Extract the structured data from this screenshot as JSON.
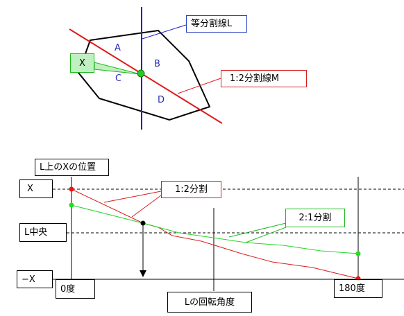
{
  "top_diagram": {
    "region_labels": {
      "a": "A",
      "b": "B",
      "c": "C",
      "d": "D"
    },
    "callouts": {
      "equal_line": "等分割線L",
      "ratio_line": "1:2分割線M",
      "point_x": "X"
    }
  },
  "bottom_graph": {
    "title": "L上のXの位置",
    "y_labels": {
      "top": "X",
      "middle": "L中央",
      "bottom": "−X"
    },
    "x_labels": {
      "start": "0度",
      "end": "180度"
    },
    "x_axis_title": "Lの回転角度",
    "series_labels": {
      "one_two": "1:2分割",
      "two_one": "2:1分割"
    }
  },
  "colors": {
    "polygon": "#000000",
    "line_L": "#1d1dd0",
    "line_M": "#e01a1a",
    "point_green": "#22cc22",
    "callout_green_fill": "#bff0bf",
    "series_red": "#d81e1e",
    "series_green": "#26d626"
  }
}
